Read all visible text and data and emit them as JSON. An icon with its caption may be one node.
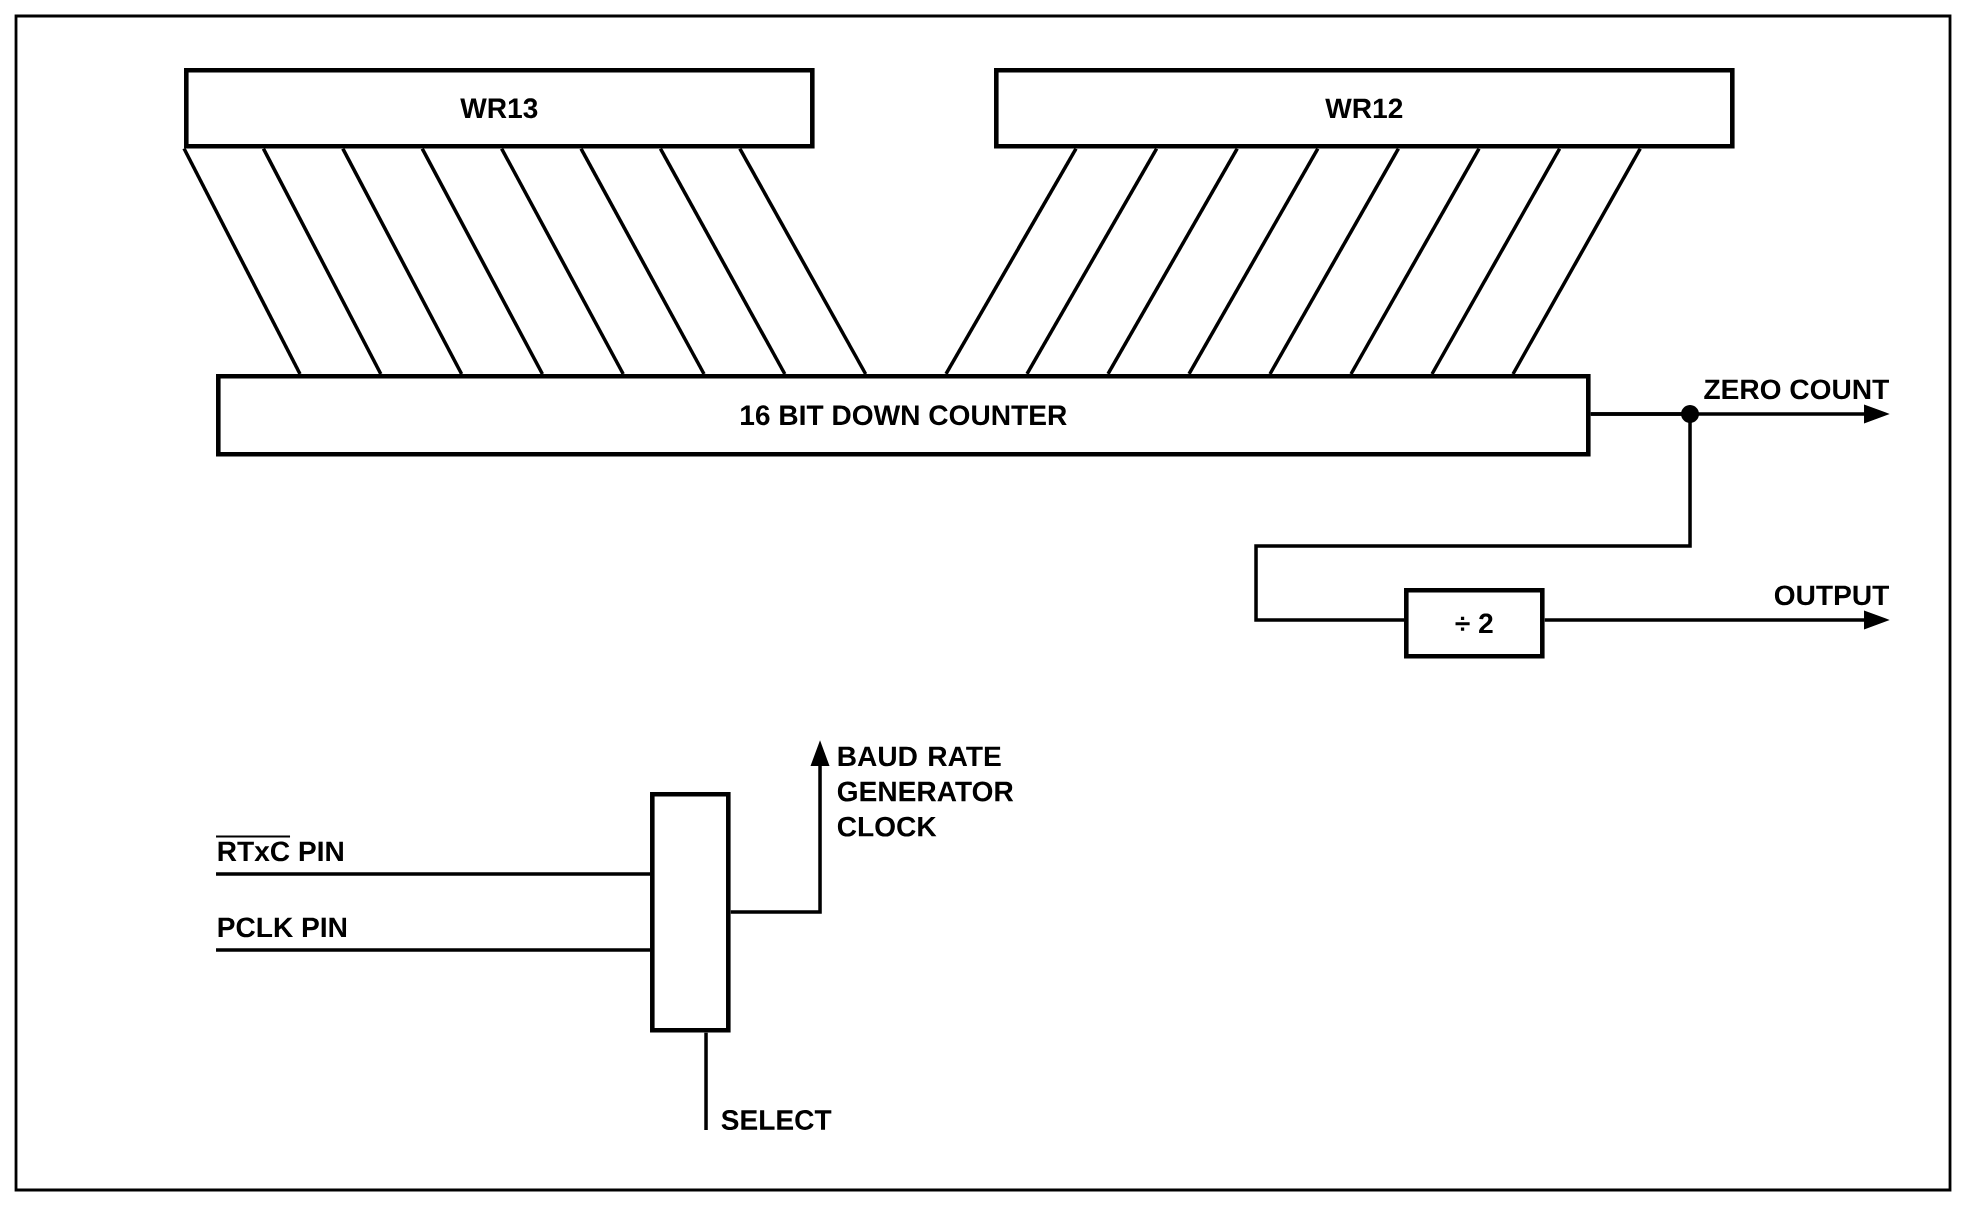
{
  "diagram": {
    "nodes": [
      {
        "text": [
          "WR13"
        ]
      },
      {
        "text": [
          "WR12"
        ]
      },
      {
        "text": [
          "16 BIT DOWN COUNTER"
        ]
      },
      {
        "text": [
          "÷ 2"
        ]
      },
      {
        "text": [],
        "shape": "box"
      }
    ],
    "edges": [
      {
        "from": 0,
        "to": 2,
        "arrow": "none"
      },
      {
        "from": 0,
        "to": 2,
        "arrow": "none"
      },
      {
        "from": 0,
        "to": 2,
        "arrow": "none"
      },
      {
        "from": 0,
        "to": 2,
        "arrow": "none"
      },
      {
        "from": 0,
        "to": 2,
        "arrow": "none"
      },
      {
        "from": 0,
        "to": 2,
        "arrow": "none"
      },
      {
        "from": 0,
        "to": 2,
        "arrow": "none"
      },
      {
        "from": 0,
        "to": 2,
        "arrow": "none"
      },
      {
        "from": 1,
        "to": 2,
        "arrow": "none"
      },
      {
        "from": 1,
        "to": 2,
        "arrow": "none"
      },
      {
        "from": 1,
        "to": 2,
        "arrow": "none"
      },
      {
        "from": 1,
        "to": 2,
        "arrow": "none"
      },
      {
        "from": 1,
        "to": 2,
        "arrow": "none"
      },
      {
        "from": 1,
        "to": 2,
        "arrow": "none"
      },
      {
        "from": 1,
        "to": 2,
        "arrow": "none"
      },
      {
        "from": 1,
        "to": 2,
        "arrow": "none"
      },
      {
        "from": 2,
        "to": null,
        "arrow": "to",
        "label": "ZERO COUNT"
      },
      {
        "from": 2,
        "to": 3,
        "arrow": "none"
      },
      {
        "from": 3,
        "to": null,
        "arrow": "to",
        "label": "OUTPUT"
      },
      {
        "from": null,
        "to": 4,
        "arrow": "none",
        "label": "RTxC PIN"
      },
      {
        "from": null,
        "to": 4,
        "arrow": "none",
        "label": "PCLK PIN"
      },
      {
        "from": null,
        "to": 4,
        "arrow": "none",
        "label": "SELECT"
      },
      {
        "from": 4,
        "to": null,
        "arrow": "to",
        "label": "BAUD RATE GENERATOR CLOCK"
      }
    ]
  }
}
